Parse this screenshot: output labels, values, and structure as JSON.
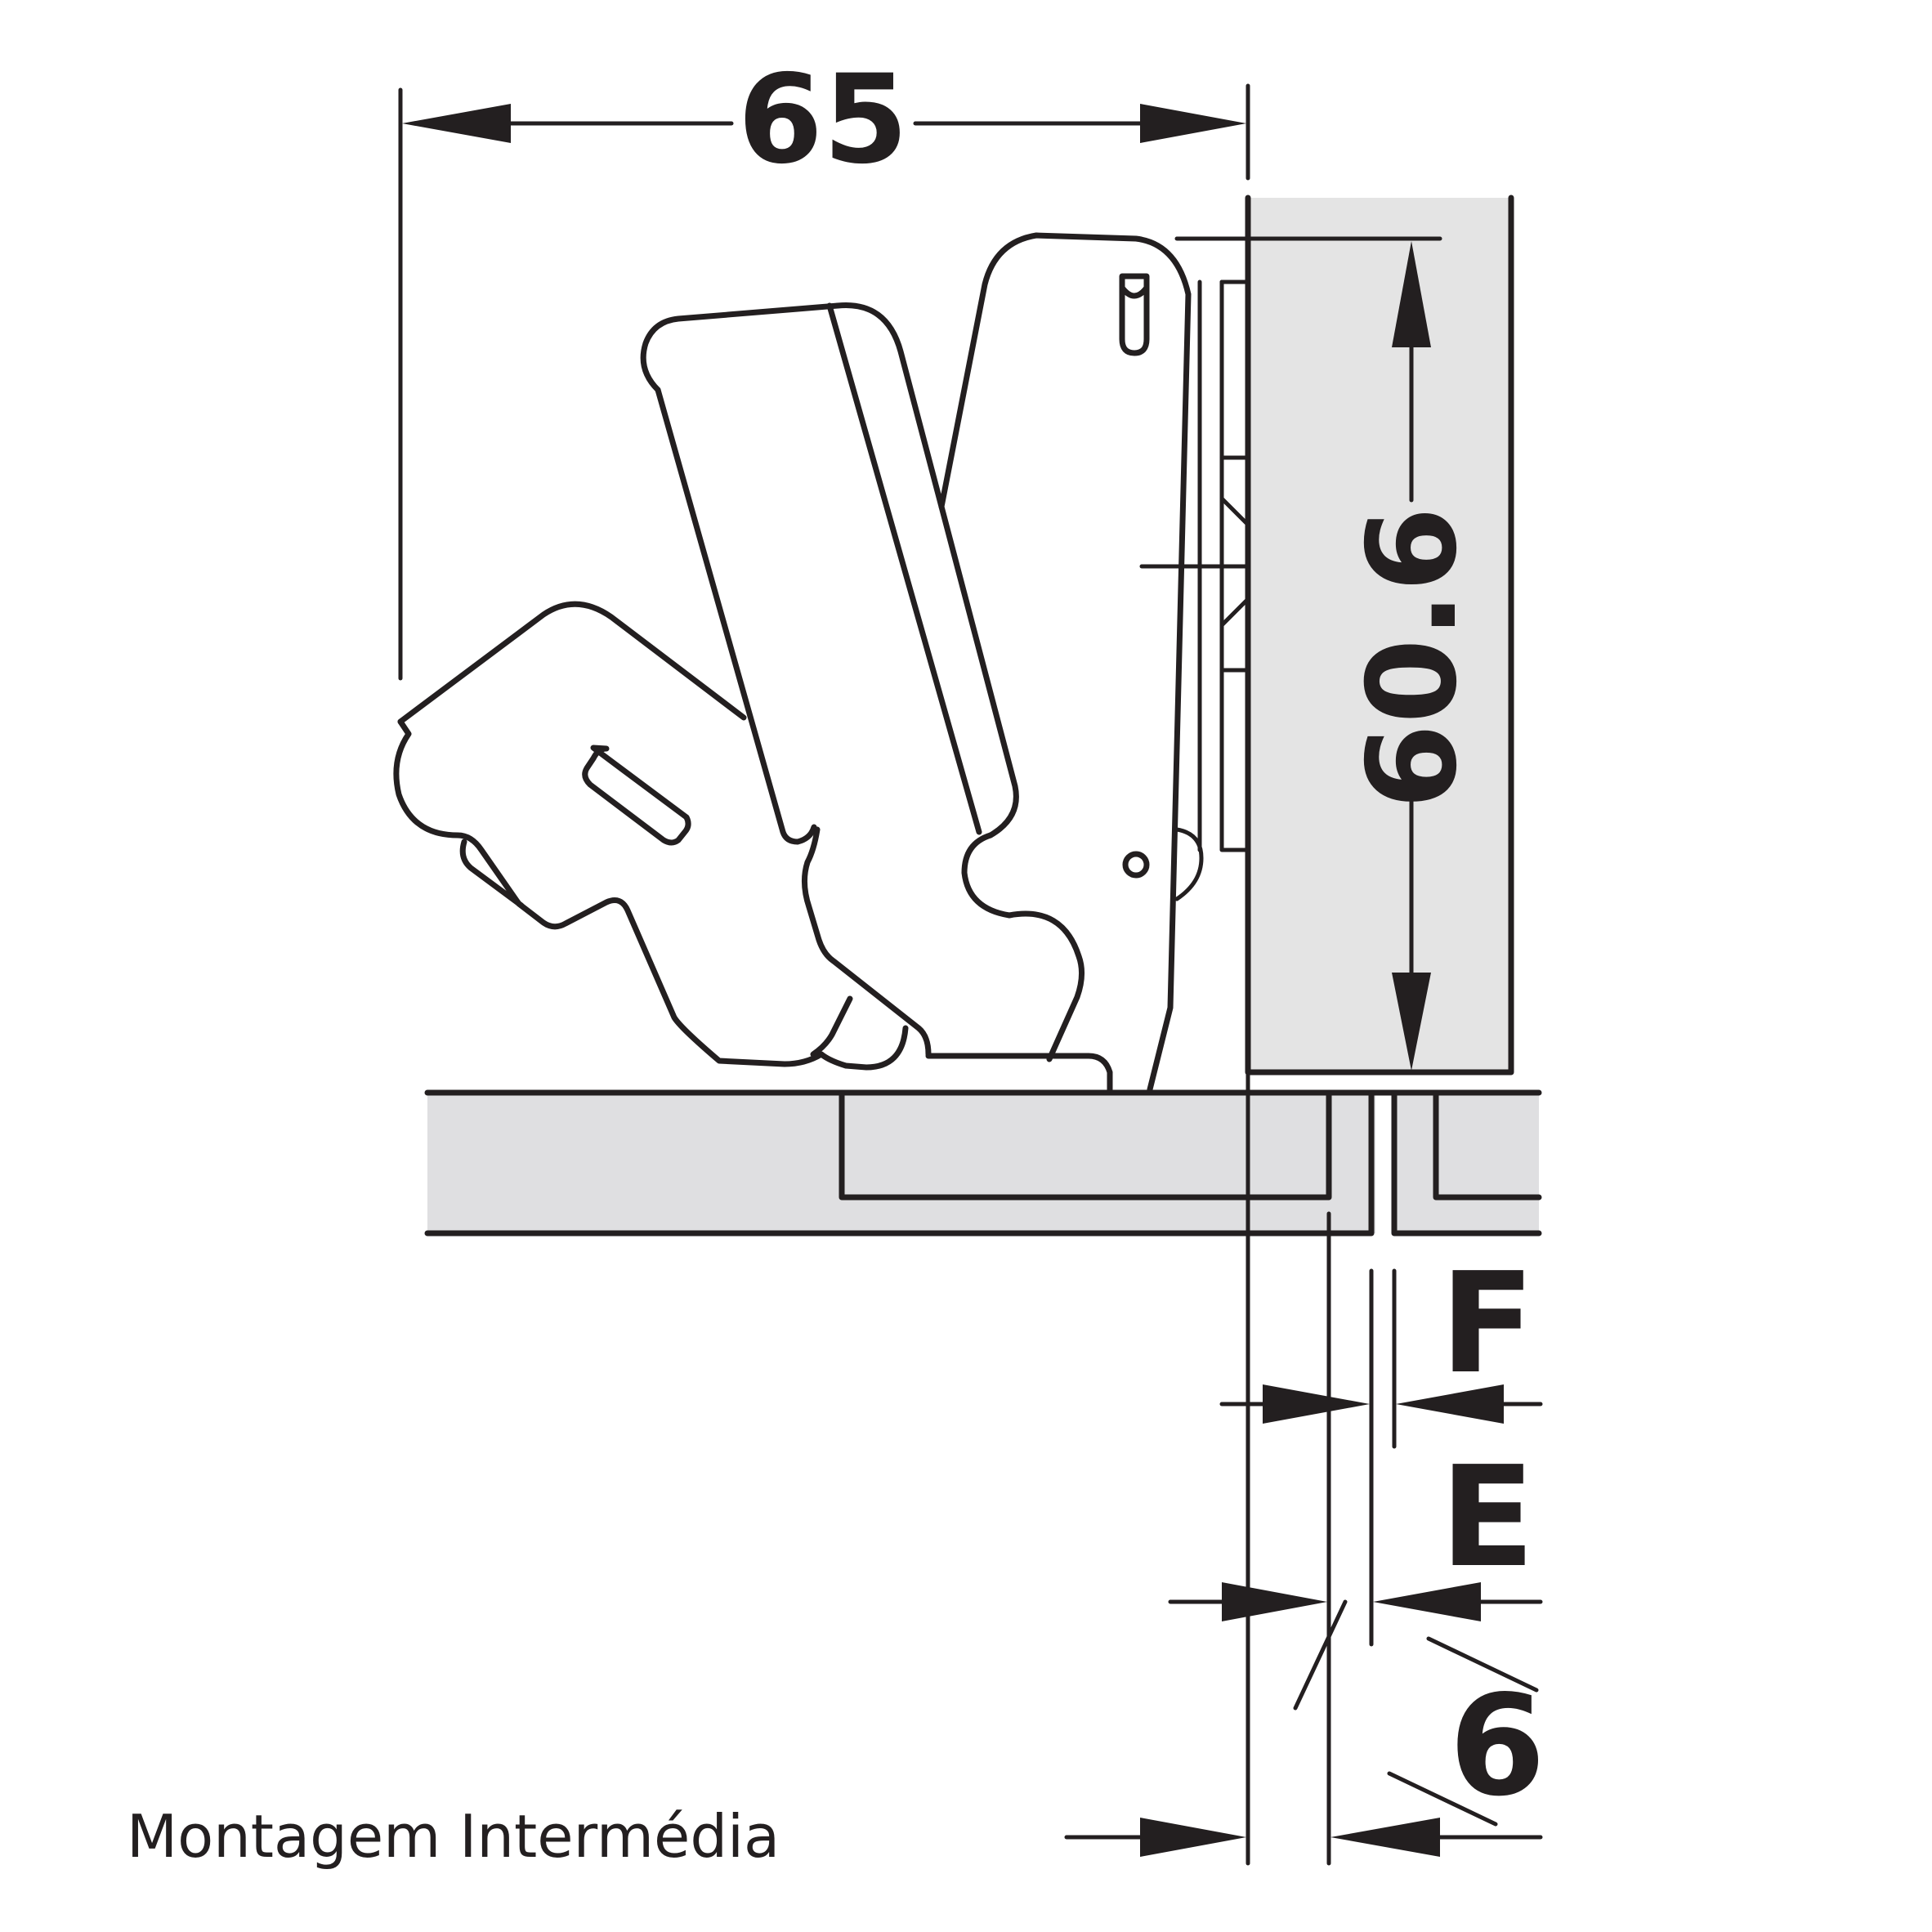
{
  "dimensions": {
    "width": "65",
    "height": "60.6",
    "overlay": "6",
    "label_f": "F",
    "label_e": "E"
  },
  "caption": "Montagem Intermédia",
  "colors": {
    "line": "#231f20",
    "panel_fill": "#e4e4e4",
    "background": "#ffffff"
  }
}
